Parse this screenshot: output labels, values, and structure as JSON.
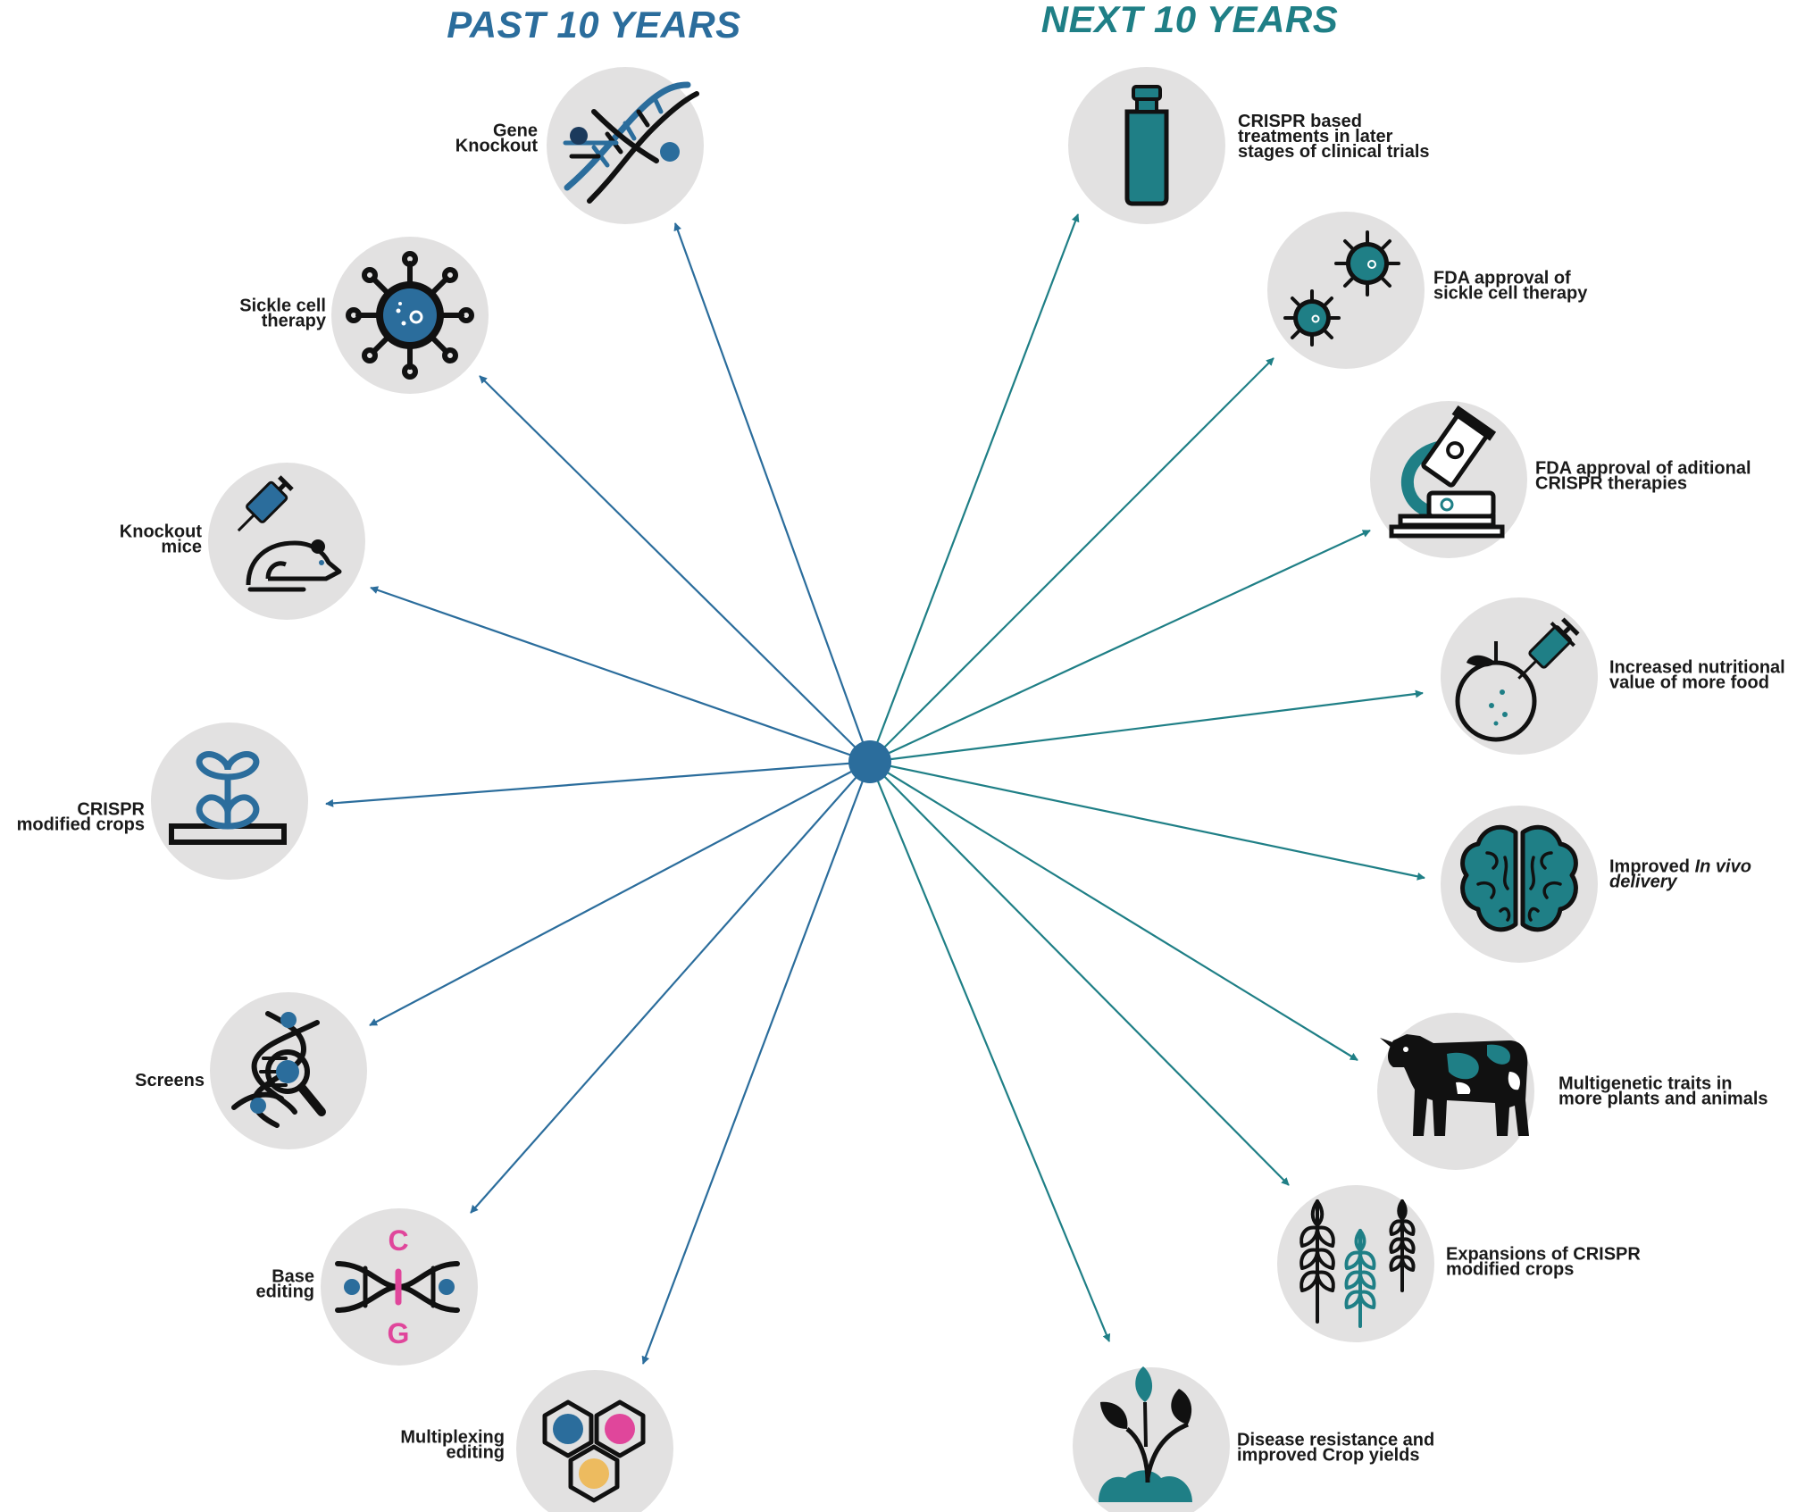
{
  "headings": {
    "past": "PAST 10 YEARS",
    "next": "NEXT 10 YEARS"
  },
  "colors": {
    "past_blue": "#2b6d9c",
    "next_teal": "#1f7f86",
    "circle_grey": "#e2e1e1",
    "magenta": "#e0469b",
    "yellow": "#edbb5f",
    "ink": "#111111"
  },
  "past": [
    {
      "icon": "dna-knockout-icon",
      "lines": [
        "Gene",
        "Knockout"
      ]
    },
    {
      "icon": "virus-cell-icon",
      "lines": [
        "Sickle cell",
        "therapy"
      ]
    },
    {
      "icon": "mouse-syringe-icon",
      "lines": [
        "Knockout",
        "mice"
      ]
    },
    {
      "icon": "plant-crop-icon",
      "lines": [
        "CRISPR",
        "modified crops"
      ]
    },
    {
      "icon": "dna-magnifier-icon",
      "lines": [
        "Screens"
      ]
    },
    {
      "icon": "base-pair-icon",
      "lines": [
        "Base",
        "editing"
      ]
    },
    {
      "icon": "hexagon-cells-icon",
      "lines": [
        "Multiplexing",
        "editing"
      ]
    }
  ],
  "next": [
    {
      "icon": "vial-icon",
      "lines": [
        "CRISPR based",
        "treatments in later",
        "stages of clinical trials"
      ]
    },
    {
      "icon": "two-viruses-icon",
      "lines": [
        "FDA approval of",
        "sickle cell therapy"
      ]
    },
    {
      "icon": "microscope-icon",
      "lines": [
        "FDA approval of aditional",
        "CRISPR therapies"
      ]
    },
    {
      "icon": "fruit-syringe-icon",
      "lines": [
        "Increased nutritional",
        "value of more food"
      ]
    },
    {
      "icon": "brain-icon",
      "lines_rich": [
        [
          {
            "t": "Improved "
          },
          {
            "t": "In vivo",
            "i": true
          }
        ],
        [
          {
            "t": "delivery",
            "i": true
          }
        ]
      ]
    },
    {
      "icon": "cow-icon",
      "lines": [
        "Multigenetic traits in",
        "more plants and animals"
      ]
    },
    {
      "icon": "wheat-icon",
      "lines": [
        "Expansions of CRISPR",
        "modified crops"
      ]
    },
    {
      "icon": "seedling-icon",
      "lines": [
        "Disease resistance and",
        "improved Crop yields"
      ]
    }
  ],
  "base_letters": {
    "top": "C",
    "bottom": "G"
  }
}
